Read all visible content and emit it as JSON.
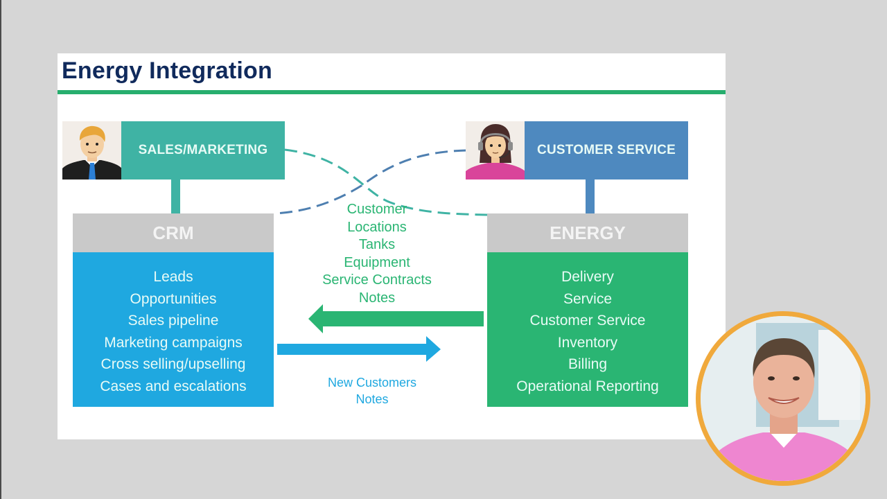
{
  "slide": {
    "title": "Energy Integration",
    "colors": {
      "title": "#102a5c",
      "title_rule": "#27ae6e",
      "sales_box": "#3fb3a4",
      "service_box": "#4e89bf",
      "crm_body": "#1fa8e0",
      "energy_body": "#2ab573",
      "system_header": "#c9c9c9",
      "inbound_text": "#2ab573",
      "outbound_text": "#1fa8e0",
      "presenter_ring": "#f0a93c"
    },
    "roles": {
      "sales": {
        "label": "SALES/MARKETING",
        "icon": "businessman-avatar-icon"
      },
      "service": {
        "label": "CUSTOMER SERVICE",
        "icon": "headset-agent-avatar-icon"
      }
    },
    "systems": {
      "crm": {
        "header": "CRM",
        "items": [
          "Leads",
          "Opportunities",
          "Sales pipeline",
          "Marketing campaigns",
          "Cross selling/upselling",
          "Cases and escalations"
        ]
      },
      "energy": {
        "header": "ENERGY",
        "items": [
          "Delivery",
          "Service",
          "Customer Service",
          "Inventory",
          "Billing",
          "Operational Reporting"
        ]
      }
    },
    "flows": {
      "energy_to_crm": {
        "direction": "left",
        "items": [
          "Customer",
          "Locations",
          "Tanks",
          "Equipment",
          "Service Contracts",
          "Notes"
        ]
      },
      "crm_to_energy": {
        "direction": "right",
        "items": [
          "New Customers",
          "Notes"
        ]
      }
    }
  },
  "presenter": {
    "icon": "presenter-webcam-photo"
  }
}
